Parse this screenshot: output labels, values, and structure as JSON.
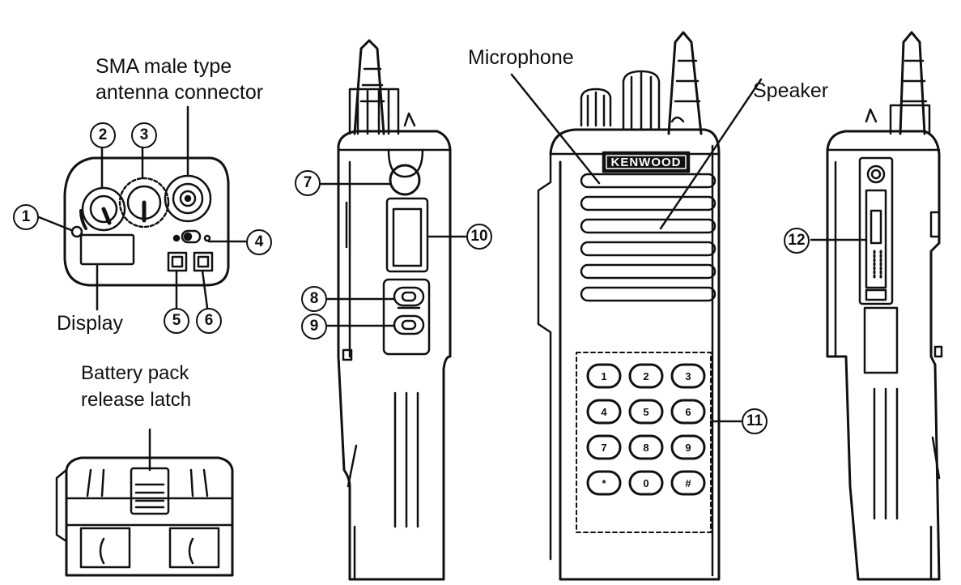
{
  "labels": {
    "antenna_connector_line1": "SMA male type",
    "antenna_connector_line2": "antenna connector",
    "display": "Display",
    "battery_latch_line1": "Battery pack",
    "battery_latch_line2": "release latch",
    "microphone": "Microphone",
    "speaker": "Speaker",
    "brand": "KENWOOD"
  },
  "callouts": {
    "c1": "1",
    "c2": "2",
    "c3": "3",
    "c4": "4",
    "c5": "5",
    "c6": "6",
    "c7": "7",
    "c8": "8",
    "c9": "9",
    "c10": "10",
    "c11": "11",
    "c12": "12"
  },
  "keypad": [
    "1",
    "2",
    "3",
    "4",
    "5",
    "6",
    "7",
    "8",
    "9",
    "*",
    "0",
    "#"
  ]
}
